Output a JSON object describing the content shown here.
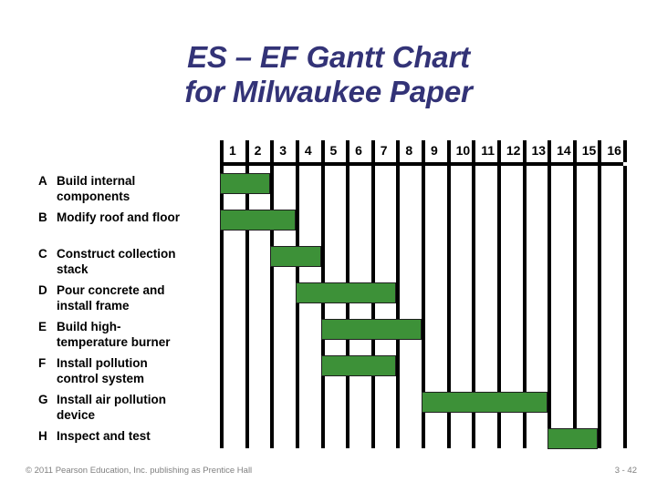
{
  "slide": {
    "title_line1": "ES – EF Gantt Chart",
    "title_line2": "for Milwaukee Paper",
    "title_color": "#333377",
    "background": "#ffffff"
  },
  "footer": {
    "copyright": "© 2011 Pearson Education, Inc. publishing as Prentice Hall",
    "page_number": "3 - 42"
  },
  "chart_data": {
    "type": "bar",
    "title": "ES – EF Gantt Chart for Milwaukee Paper",
    "xlabel": "",
    "ylabel": "",
    "orientation": "horizontal-gantt",
    "grid": true,
    "bar_color": "#3d9138",
    "bar_border_color": "#1f1f1f",
    "xlim": [
      1,
      17
    ],
    "x_tick_labels": [
      "1",
      "2",
      "3",
      "4",
      "5",
      "6",
      "7",
      "8",
      "9",
      "10",
      "11",
      "12",
      "13",
      "14",
      "15",
      "16"
    ],
    "categories": [
      "Build internal components",
      "Modify roof and floor",
      "Construct collection stack",
      "Pour concrete and install frame",
      "Build high-temperature burner",
      "Install pollution control system",
      "Install air pollution device",
      "Inspect and test"
    ],
    "tasks": [
      {
        "letter": "A",
        "name_line1": "Build internal",
        "name_line2": "components",
        "start_week": 1,
        "end_week": 2,
        "duration": 2
      },
      {
        "letter": "B",
        "name_line1": "Modify roof and floor",
        "name_line2": "",
        "start_week": 1,
        "end_week": 3,
        "duration": 3
      },
      {
        "letter": "C",
        "name_line1": "Construct collection",
        "name_line2": "stack",
        "start_week": 3,
        "end_week": 4,
        "duration": 2
      },
      {
        "letter": "D",
        "name_line1": "Pour concrete and",
        "name_line2": "install frame",
        "start_week": 4,
        "end_week": 7,
        "duration": 4
      },
      {
        "letter": "E",
        "name_line1": "Build high-",
        "name_line2": "temperature burner",
        "start_week": 5,
        "end_week": 8,
        "duration": 4
      },
      {
        "letter": "F",
        "name_line1": "Install pollution",
        "name_line2": "control system",
        "start_week": 5,
        "end_week": 7,
        "duration": 3
      },
      {
        "letter": "G",
        "name_line1": "Install air pollution",
        "name_line2": "device",
        "start_week": 9,
        "end_week": 13,
        "duration": 5
      },
      {
        "letter": "H",
        "name_line1": "Inspect and test",
        "name_line2": "",
        "start_week": 14,
        "end_week": 15,
        "duration": 2
      }
    ],
    "values": [
      2,
      3,
      2,
      4,
      4,
      3,
      5,
      2
    ],
    "starts": [
      1,
      1,
      3,
      4,
      5,
      5,
      9,
      14
    ]
  }
}
